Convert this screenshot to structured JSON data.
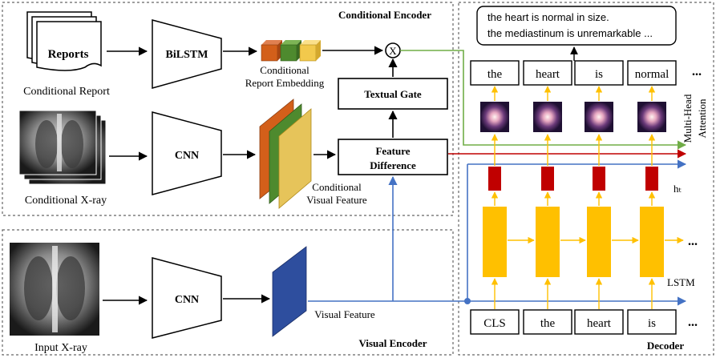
{
  "panels": {
    "conditional_encoder": "Conditional Encoder",
    "visual_encoder": "Visual Encoder",
    "decoder": "Decoder"
  },
  "labels": {
    "reports": "Reports",
    "conditional_report": "Conditional Report",
    "conditional_xray": "Conditional X-ray",
    "input_xray": "Input X-ray",
    "bilstm": "BiLSTM",
    "cnn_top": "CNN",
    "cnn_bottom": "CNN",
    "cond_report_embedding_line1": "Conditional",
    "cond_report_embedding_line2": "Report Embedding",
    "textual_gate": "Textual Gate",
    "feature_difference_line1": "Feature",
    "feature_difference_line2": "Difference",
    "multiply_symbol": "X",
    "cond_visual_feature_line1": "Conditional",
    "cond_visual_feature_line2": "Visual Feature",
    "visual_feature": "Visual Feature",
    "multi_head_attention_line1": "Multi-Head",
    "multi_head_attention_line2": "Attention",
    "ht": "hₜ",
    "lstm": "LSTM"
  },
  "output_text": {
    "line1": "the heart is normal in size.",
    "line2": "the mediastinum is unremarkable ..."
  },
  "output_tokens": [
    "the",
    "heart",
    "is",
    "normal"
  ],
  "input_tokens": [
    "CLS",
    "the",
    "heart",
    "is"
  ],
  "ellipsis": "...",
  "colors": {
    "lstm_yellow": "#FFC000",
    "hidden_red": "#C00000",
    "embed_orange": "#D35F1A",
    "embed_green": "#4E8A2E",
    "embed_yellow": "#F2C94C",
    "visual_blue": "#2E4E9E",
    "arrow_blue": "#4472C4",
    "arrow_green": "#70AD47",
    "arrow_red": "#C00000"
  }
}
